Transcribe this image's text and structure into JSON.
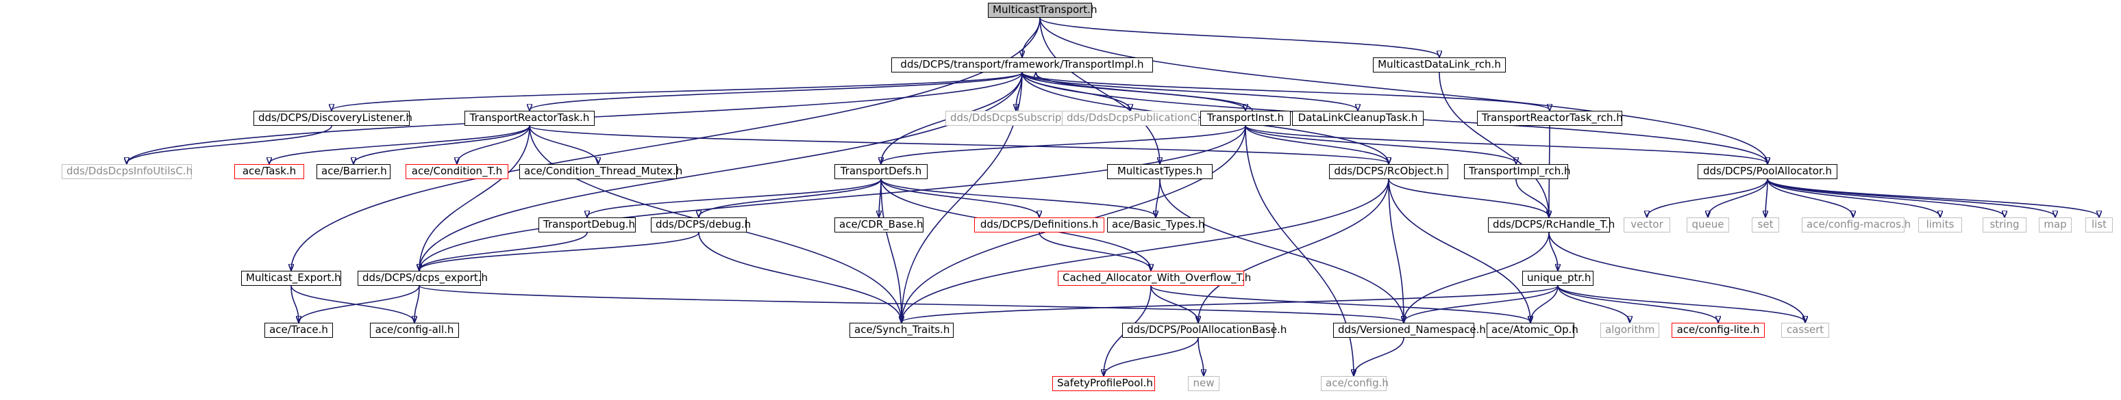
{
  "diagram": {
    "nodes": [
      {
        "id": "root",
        "label": "MulticastTransport.h",
        "style": "root"
      },
      {
        "id": "timpl",
        "label": "dds/DCPS/transport/framework/TransportImpl.h",
        "style": "normal"
      },
      {
        "id": "mdl",
        "label": "MulticastDataLink_rch.h",
        "style": "normal"
      },
      {
        "id": "disc",
        "label": "dds/DCPS/DiscoveryListener.h",
        "style": "normal"
      },
      {
        "id": "trt",
        "label": "TransportReactorTask.h",
        "style": "normal"
      },
      {
        "id": "subC",
        "label": "dds/DdsDcpsSubscriptionC.h",
        "style": "gray"
      },
      {
        "id": "pubC",
        "label": "dds/DdsDcpsPublicationC.h",
        "style": "gray"
      },
      {
        "id": "tinst",
        "label": "TransportInst.h",
        "style": "normal"
      },
      {
        "id": "dlc",
        "label": "DataLinkCleanupTask.h",
        "style": "normal"
      },
      {
        "id": "trtrch",
        "label": "TransportReactorTask_rch.h",
        "style": "normal"
      },
      {
        "id": "infoC",
        "label": "dds/DdsDcpsInfoUtilsC.h",
        "style": "gray"
      },
      {
        "id": "task",
        "label": "ace/Task.h",
        "style": "red"
      },
      {
        "id": "barrier",
        "label": "ace/Barrier.h",
        "style": "normal"
      },
      {
        "id": "condT",
        "label": "ace/Condition_T.h",
        "style": "red"
      },
      {
        "id": "ctm",
        "label": "ace/Condition_Thread_Mutex.h",
        "style": "normal"
      },
      {
        "id": "tdefs",
        "label": "TransportDefs.h",
        "style": "normal"
      },
      {
        "id": "mtypes",
        "label": "MulticastTypes.h",
        "style": "normal"
      },
      {
        "id": "rcobj",
        "label": "dds/DCPS/RcObject.h",
        "style": "normal"
      },
      {
        "id": "timplrch",
        "label": "TransportImpl_rch.h",
        "style": "normal"
      },
      {
        "id": "pool",
        "label": "dds/DCPS/PoolAllocator.h",
        "style": "normal"
      },
      {
        "id": "vector",
        "label": "vector",
        "style": "gray"
      },
      {
        "id": "queue",
        "label": "queue",
        "style": "gray"
      },
      {
        "id": "set",
        "label": "set",
        "style": "gray"
      },
      {
        "id": "cfgmac",
        "label": "ace/config-macros.h",
        "style": "gray"
      },
      {
        "id": "limits",
        "label": "limits",
        "style": "gray"
      },
      {
        "id": "string",
        "label": "string",
        "style": "gray"
      },
      {
        "id": "map",
        "label": "map",
        "style": "gray"
      },
      {
        "id": "list",
        "label": "list",
        "style": "gray"
      },
      {
        "id": "tdebug",
        "label": "TransportDebug.h",
        "style": "normal"
      },
      {
        "id": "debug",
        "label": "dds/DCPS/debug.h",
        "style": "normal"
      },
      {
        "id": "cdr",
        "label": "ace/CDR_Base.h",
        "style": "normal"
      },
      {
        "id": "defs",
        "label": "dds/DCPS/Definitions.h",
        "style": "red"
      },
      {
        "id": "btypes",
        "label": "ace/Basic_Types.h",
        "style": "normal"
      },
      {
        "id": "rch",
        "label": "dds/DCPS/RcHandle_T.h",
        "style": "normal"
      },
      {
        "id": "mexp",
        "label": "Multicast_Export.h",
        "style": "normal"
      },
      {
        "id": "dcpsexp",
        "label": "dds/DCPS/dcps_export.h",
        "style": "normal"
      },
      {
        "id": "cawo",
        "label": "Cached_Allocator_With_Overflow_T.h",
        "style": "red"
      },
      {
        "id": "uptr",
        "label": "unique_ptr.h",
        "style": "normal"
      },
      {
        "id": "trace",
        "label": "ace/Trace.h",
        "style": "normal"
      },
      {
        "id": "cfgall",
        "label": "ace/config-all.h",
        "style": "normal"
      },
      {
        "id": "synch",
        "label": "ace/Synch_Traits.h",
        "style": "normal"
      },
      {
        "id": "ppab",
        "label": "dds/DCPS/PoolAllocationBase.h",
        "style": "normal"
      },
      {
        "id": "vns",
        "label": "dds/Versioned_Namespace.h",
        "style": "normal"
      },
      {
        "id": "atomic",
        "label": "ace/Atomic_Op.h",
        "style": "normal"
      },
      {
        "id": "algo",
        "label": "algorithm",
        "style": "gray"
      },
      {
        "id": "cfglite",
        "label": "ace/config-lite.h",
        "style": "red"
      },
      {
        "id": "cassert",
        "label": "cassert",
        "style": "gray"
      },
      {
        "id": "spp",
        "label": "SafetyProfilePool.h",
        "style": "red"
      },
      {
        "id": "new",
        "label": "new",
        "style": "gray"
      },
      {
        "id": "cfg",
        "label": "ace/config.h",
        "style": "gray"
      }
    ],
    "edges": [
      [
        "root",
        "timpl"
      ],
      [
        "root",
        "mdl"
      ],
      [
        "root",
        "pool"
      ],
      [
        "root",
        "mtypes"
      ],
      [
        "root",
        "mexp"
      ],
      [
        "timpl",
        "disc"
      ],
      [
        "timpl",
        "trt"
      ],
      [
        "timpl",
        "subC"
      ],
      [
        "timpl",
        "pubC"
      ],
      [
        "timpl",
        "tinst"
      ],
      [
        "timpl",
        "dlc"
      ],
      [
        "timpl",
        "trtrch"
      ],
      [
        "timpl",
        "infoC"
      ],
      [
        "timpl",
        "tdefs"
      ],
      [
        "timpl",
        "rcobj"
      ],
      [
        "timpl",
        "pool"
      ],
      [
        "timpl",
        "dcpsexp"
      ],
      [
        "timpl",
        "synch"
      ],
      [
        "mdl",
        "rch"
      ],
      [
        "disc",
        "infoC"
      ],
      [
        "trt",
        "task"
      ],
      [
        "trt",
        "barrier"
      ],
      [
        "trt",
        "condT"
      ],
      [
        "trt",
        "ctm"
      ],
      [
        "trt",
        "rcobj"
      ],
      [
        "trt",
        "dcpsexp"
      ],
      [
        "trt",
        "synch"
      ],
      [
        "tinst",
        "timpl"
      ],
      [
        "tinst",
        "tdefs"
      ],
      [
        "tinst",
        "rcobj"
      ],
      [
        "tinst",
        "timplrch"
      ],
      [
        "tinst",
        "pool"
      ],
      [
        "tinst",
        "dcpsexp"
      ],
      [
        "tinst",
        "synch"
      ],
      [
        "tinst",
        "cfg"
      ],
      [
        "trtrch",
        "rch"
      ],
      [
        "tdefs",
        "tdebug"
      ],
      [
        "tdefs",
        "debug"
      ],
      [
        "tdefs",
        "cdr"
      ],
      [
        "tdefs",
        "defs"
      ],
      [
        "tdefs",
        "btypes"
      ],
      [
        "tdefs",
        "cawo"
      ],
      [
        "tdefs",
        "synch"
      ],
      [
        "mtypes",
        "btypes"
      ],
      [
        "mtypes",
        "vns"
      ],
      [
        "rcobj",
        "rch"
      ],
      [
        "rcobj",
        "atomic"
      ],
      [
        "rcobj",
        "ppab"
      ],
      [
        "rcobj",
        "vns"
      ],
      [
        "rcobj",
        "synch"
      ],
      [
        "timplrch",
        "rch"
      ],
      [
        "pool",
        "vector"
      ],
      [
        "pool",
        "queue"
      ],
      [
        "pool",
        "set"
      ],
      [
        "pool",
        "cfgmac"
      ],
      [
        "pool",
        "limits"
      ],
      [
        "pool",
        "string"
      ],
      [
        "pool",
        "map"
      ],
      [
        "pool",
        "list"
      ],
      [
        "tdebug",
        "dcpsexp"
      ],
      [
        "debug",
        "dcpsexp"
      ],
      [
        "debug",
        "synch"
      ],
      [
        "defs",
        "cawo"
      ],
      [
        "rch",
        "uptr"
      ],
      [
        "rch",
        "vns"
      ],
      [
        "rch",
        "cassert"
      ],
      [
        "mexp",
        "trace"
      ],
      [
        "mexp",
        "cfgall"
      ],
      [
        "dcpsexp",
        "trace"
      ],
      [
        "dcpsexp",
        "cfgall"
      ],
      [
        "dcpsexp",
        "vns"
      ],
      [
        "cawo",
        "ppab"
      ],
      [
        "cawo",
        "spp"
      ],
      [
        "cawo",
        "atomic"
      ],
      [
        "uptr",
        "synch"
      ],
      [
        "uptr",
        "vns"
      ],
      [
        "uptr",
        "atomic"
      ],
      [
        "uptr",
        "algo"
      ],
      [
        "uptr",
        "cfglite"
      ],
      [
        "uptr",
        "cassert"
      ],
      [
        "ppab",
        "spp"
      ],
      [
        "ppab",
        "new"
      ],
      [
        "vns",
        "cfg"
      ]
    ]
  }
}
